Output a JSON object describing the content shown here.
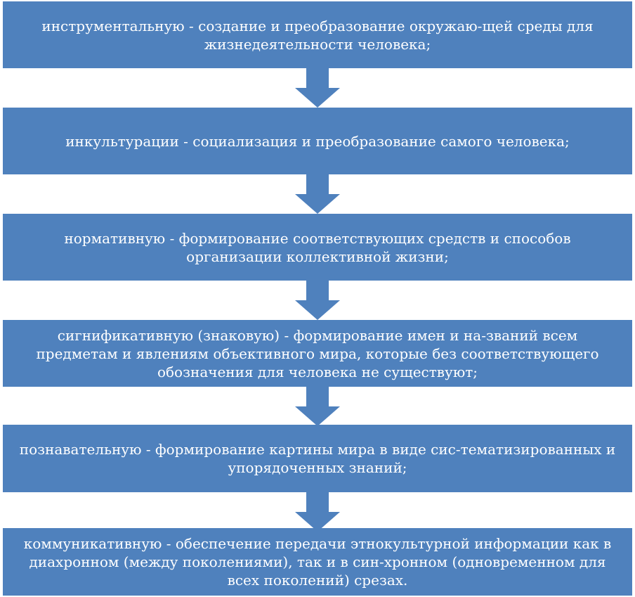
{
  "steps": [
    "инструментальную - создание и преобразование окружаю-щей среды для жизнедеятельности человека;",
    "инкультурации - социализация и преобразование самого человека;",
    "нормативную - формирование соответствующих средств и способов организации коллективной жизни;",
    "сигнификативную (знаковую) - формирование имен и на-званий всем предметам и явлениям объективного мира, которые без соответствующего обозначения для человека не существуют;",
    "познавательную - формирование картины мира в виде сис-тематизированных и упорядоченных знаний;",
    "коммуникативную - обеспечение передачи этнокультурной информации как в диахронном (между поколениями), так и в син-хронном (одновременном для всех поколений) срезах."
  ],
  "colors": {
    "box": "#4f81bd",
    "text": "#ffffff"
  }
}
